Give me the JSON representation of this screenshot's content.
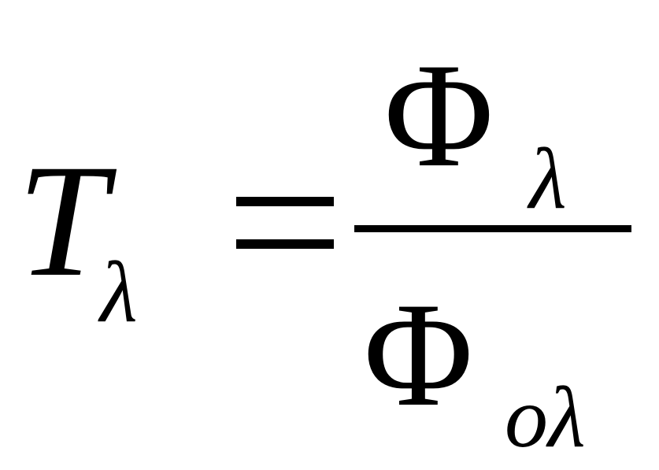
{
  "formula": {
    "lhs": {
      "symbol": "T",
      "subscript": "λ"
    },
    "relation": "=",
    "rhs": {
      "numerator": {
        "symbol": "Φ",
        "subscript": "λ"
      },
      "denominator": {
        "symbol": "Φ",
        "subscript": "oλ"
      }
    }
  },
  "colors": {
    "text": "#000000",
    "background": "#ffffff"
  }
}
